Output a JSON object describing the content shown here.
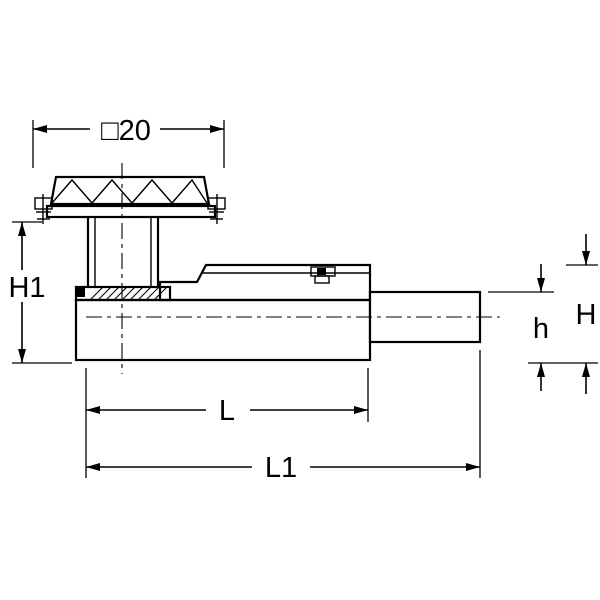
{
  "diagram": {
    "type": "technical-drawing",
    "background_color": "#ffffff",
    "line_color": "#000000",
    "dimensions": {
      "top_width": "□20",
      "height_total": "H1",
      "height_body": "H",
      "height_outlet": "h",
      "length_body": "L",
      "length_total": "L1"
    }
  }
}
